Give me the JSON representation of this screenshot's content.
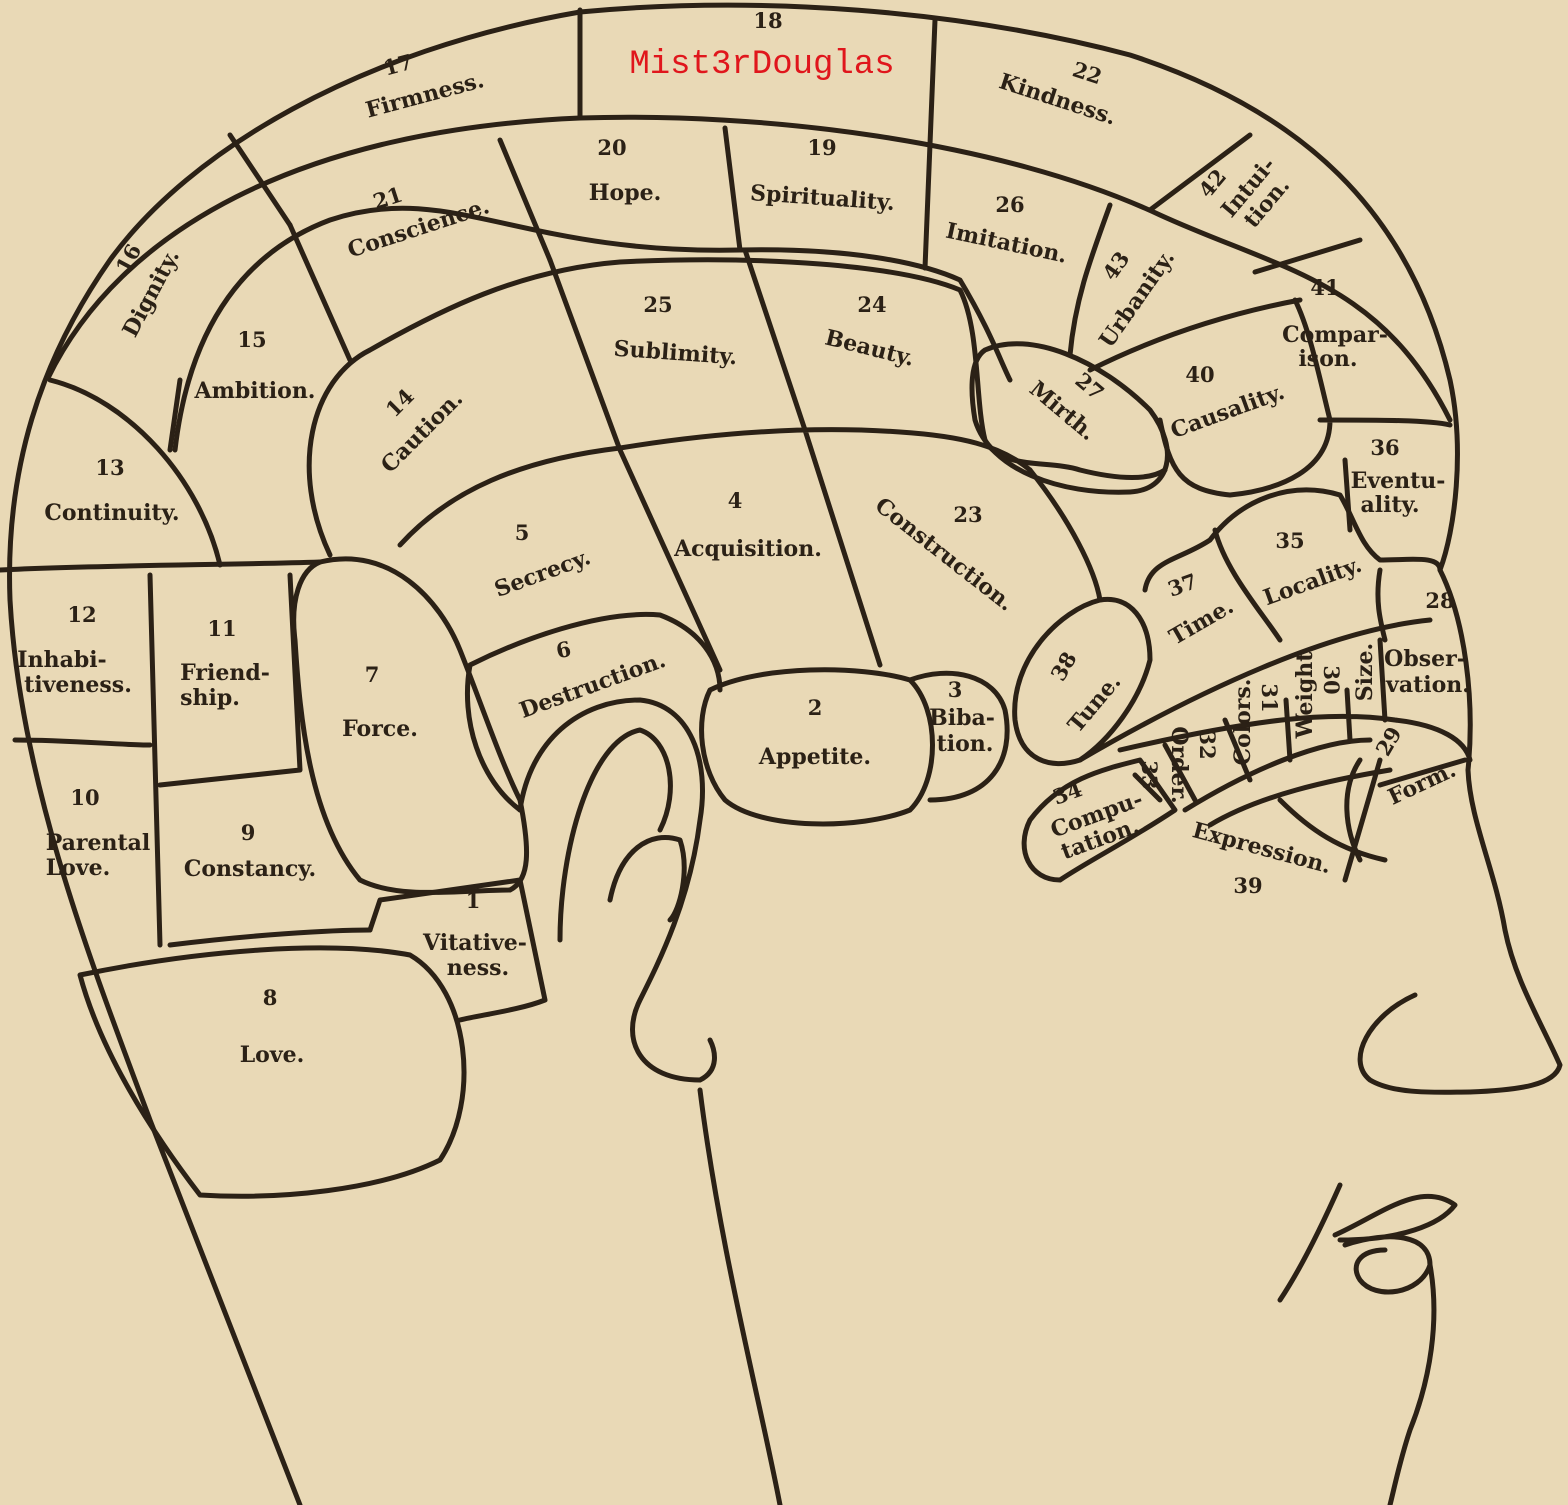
{
  "watermark": "Mist3rDouglas",
  "colors": {
    "paper": "#e9d9b6",
    "ink": "#2b2116",
    "watermark": "#e0161c"
  },
  "regions": [
    {
      "number": "18",
      "label": []
    },
    {
      "number": "17",
      "label": [
        "Firmness."
      ]
    },
    {
      "number": "22",
      "label": [
        "Kindness."
      ]
    },
    {
      "number": "20",
      "label": [
        "Hope."
      ]
    },
    {
      "number": "19",
      "label": [
        "Spirituality."
      ]
    },
    {
      "number": "21",
      "label": [
        "Conscience."
      ]
    },
    {
      "number": "26",
      "label": [
        "Imitation."
      ]
    },
    {
      "number": "42",
      "label": [
        "Intui-",
        "tion."
      ]
    },
    {
      "number": "16",
      "label": [
        "Dignity."
      ]
    },
    {
      "number": "43",
      "label": [
        "Urbanity."
      ]
    },
    {
      "number": "41",
      "label": [
        "Compar-",
        "ison."
      ]
    },
    {
      "number": "25",
      "label": [
        "Sublimity."
      ]
    },
    {
      "number": "24",
      "label": [
        "Beauty."
      ]
    },
    {
      "number": "15",
      "label": [
        "Ambition."
      ]
    },
    {
      "number": "14",
      "label": [
        "Caution."
      ]
    },
    {
      "number": "27",
      "label": [
        "Mirth."
      ]
    },
    {
      "number": "40",
      "label": [
        "Causality."
      ]
    },
    {
      "number": "36",
      "label": [
        "Eventu-",
        "ality."
      ]
    },
    {
      "number": "13",
      "label": [
        "Continuity."
      ]
    },
    {
      "number": "5",
      "label": [
        "Secrecy."
      ]
    },
    {
      "number": "4",
      "label": [
        "Acquisition."
      ]
    },
    {
      "number": "23",
      "label": [
        "Construction."
      ]
    },
    {
      "number": "37",
      "label": [
        "Time."
      ]
    },
    {
      "number": "35",
      "label": [
        "Locality."
      ]
    },
    {
      "number": "12",
      "label": [
        "Inhabi-",
        "tiveness."
      ]
    },
    {
      "number": "11",
      "label": [
        "Friend-",
        "ship."
      ]
    },
    {
      "number": "7",
      "label": [
        "Force."
      ]
    },
    {
      "number": "6",
      "label": [
        "Destruction."
      ]
    },
    {
      "number": "38",
      "label": [
        "Tune."
      ]
    },
    {
      "number": "28",
      "label": [
        "Obser-",
        "vation."
      ]
    },
    {
      "number": "2",
      "label": [
        "Appetite."
      ]
    },
    {
      "number": "3",
      "label": [
        "Biba-",
        "tion."
      ]
    },
    {
      "number": "33",
      "label": [
        "Order."
      ]
    },
    {
      "number": "32",
      "label": [
        "Colors."
      ]
    },
    {
      "number": "31",
      "label": [
        "Weight"
      ]
    },
    {
      "number": "30",
      "label": [
        "Size."
      ]
    },
    {
      "number": "29",
      "label": [
        "Form."
      ]
    },
    {
      "number": "10",
      "label": [
        "Parental",
        "Love."
      ]
    },
    {
      "number": "9",
      "label": [
        "Constancy."
      ]
    },
    {
      "number": "34",
      "label": [
        "Compu-",
        "tation."
      ]
    },
    {
      "number": "39",
      "label": [
        "Expression."
      ]
    },
    {
      "number": "1",
      "label": [
        "Vitative-",
        "ness."
      ]
    },
    {
      "number": "8",
      "label": [
        "Love."
      ]
    }
  ]
}
